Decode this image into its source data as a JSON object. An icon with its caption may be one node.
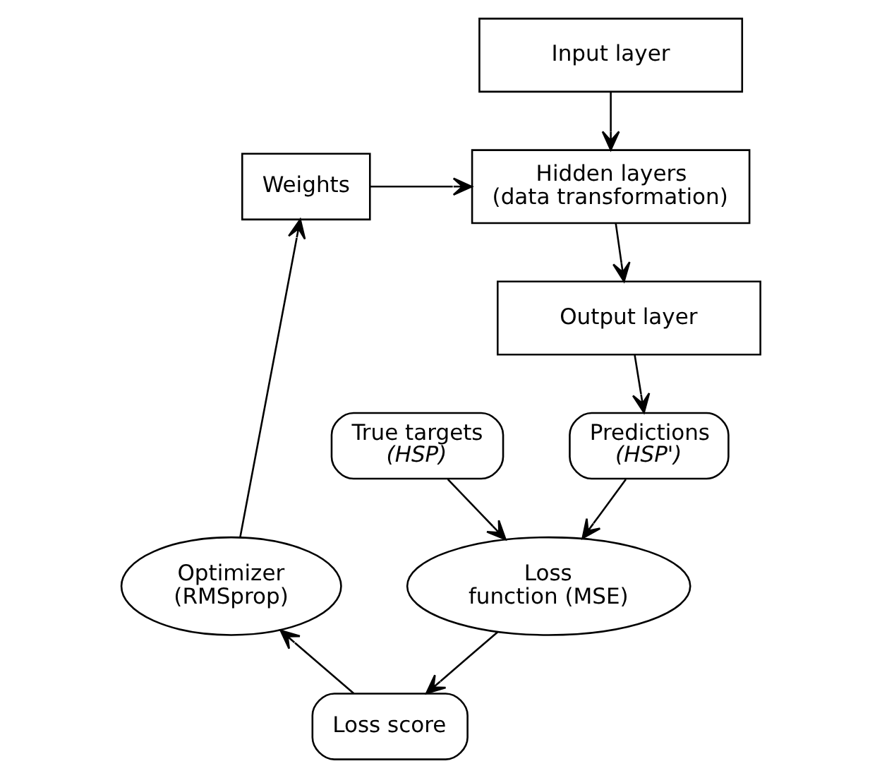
{
  "diagram": {
    "nodes": [
      {
        "text": [
          "Input layer"
        ]
      },
      {
        "text": [
          "Weights"
        ]
      },
      {
        "text": [
          "Hidden layers (data transformation)"
        ]
      },
      {
        "text": [
          "Output layer"
        ]
      },
      {
        "text": [
          "Predictions",
          "(HSP')"
        ]
      },
      {
        "text": [
          "True targets",
          "(HSP)"
        ]
      },
      {
        "text": [
          "Optimizer (RMSprop)"
        ]
      },
      {
        "text": [
          "Loss function (MSE)"
        ]
      },
      {
        "text": [
          "Loss score"
        ]
      }
    ],
    "edges": [
      {
        "from": 0,
        "to": 2,
        "arrow": "to"
      },
      {
        "from": 1,
        "to": 2,
        "arrow": "to"
      },
      {
        "from": 2,
        "to": 3,
        "arrow": "to"
      },
      {
        "from": 3,
        "to": 4,
        "arrow": "to"
      },
      {
        "from": 4,
        "to": 7,
        "arrow": "to"
      },
      {
        "from": 5,
        "to": 7,
        "arrow": "to"
      },
      {
        "from": 7,
        "to": 8,
        "arrow": "to"
      },
      {
        "from": 8,
        "to": 6,
        "arrow": "to"
      },
      {
        "from": 6,
        "to": 1,
        "arrow": "to"
      }
    ]
  }
}
